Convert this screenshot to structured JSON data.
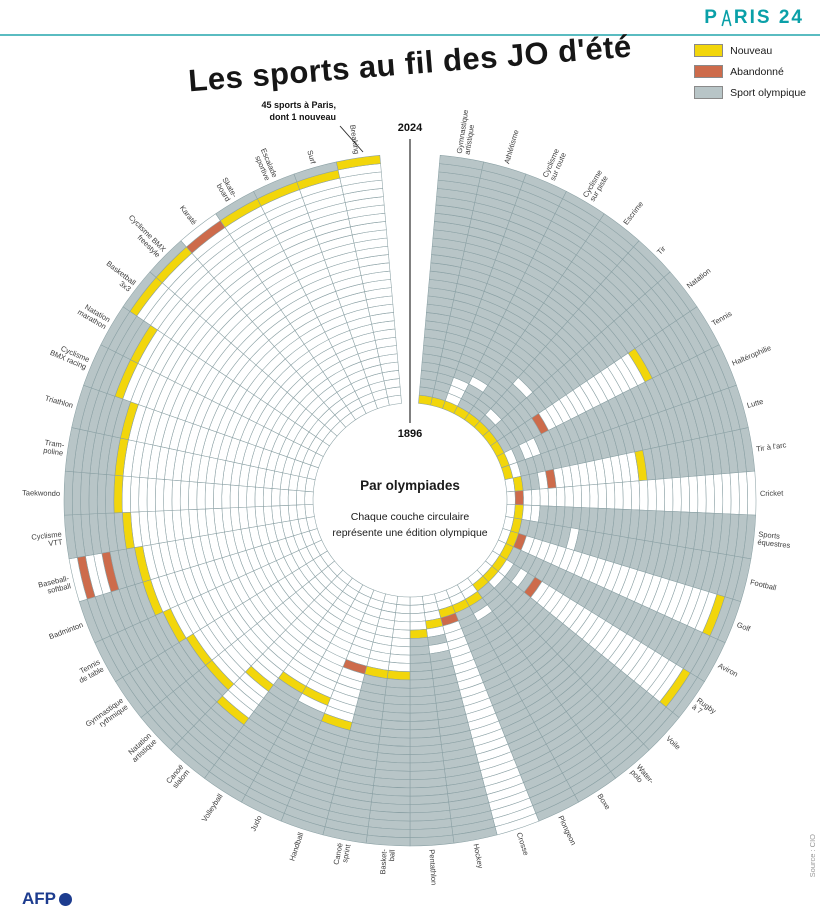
{
  "header": {
    "brand_pre": "P",
    "brand_post": "RIS 24",
    "title": "Les sports au fil des JO d'été"
  },
  "legend": [
    {
      "label": "Nouveau",
      "color_key": "new"
    },
    {
      "label": "Abandonné",
      "color_key": "abandoned"
    },
    {
      "label": "Sport olympique",
      "color_key": "olympic"
    }
  ],
  "annotation": {
    "line1": "45 sports à Paris,",
    "line2": "dont 1 nouveau"
  },
  "center": {
    "heading": "Par olympiades",
    "body": "Chaque couche circulaire représente une édition olympique"
  },
  "year_labels": {
    "outer": "2024",
    "inner": "1896"
  },
  "footer": {
    "afp": "AFP",
    "source": "Source : CIO"
  },
  "chart_data": {
    "type": "heatmap",
    "subtype": "radial-grid",
    "title": "Les sports au fil des JO d'été",
    "rings_note": "Chaque couche circulaire représente une édition olympique, de 1896 (centre) à 2024 (extérieur)",
    "colors": {
      "new": "#f2d60b",
      "abandoned": "#cd6b4b",
      "olympic": "#b8c5c7",
      "absent": "#ffffff",
      "stroke": "#8aa0a4",
      "accent": "#0aa0a8"
    },
    "status_codes": {
      "N": "new",
      "A": "abandoned",
      "O": "olympic",
      ".": "absent"
    },
    "editions": [
      1896,
      1900,
      1904,
      1908,
      1912,
      1920,
      1924,
      1928,
      1932,
      1936,
      1948,
      1952,
      1956,
      1960,
      1964,
      1968,
      1972,
      1976,
      1980,
      1984,
      1988,
      1992,
      1996,
      2000,
      2004,
      2008,
      2012,
      2016,
      2020,
      2024
    ],
    "sports": [
      {
        "label": "Gymnastique|artistique",
        "timeline": "NOOOOOOOOOOOOOOOOOOOOOOOOOOOOO"
      },
      {
        "label": "Athlétisme",
        "timeline": "NOOOOOOOOOOOOOOOOOOOOOOOOOOOOO"
      },
      {
        "label": "Cyclisme|sur route",
        "timeline": "N...OOOOOOOOOOOOOOOOOOOOOOOOOO"
      },
      {
        "label": "Cyclisme|sur piste",
        "timeline": "NOOO.OOOOOOOOOOOOOOOOOOOOOOOOO"
      },
      {
        "label": "Escrime",
        "timeline": "NOOOOOOOOOOOOOOOOOOOOOOOOOOOOO"
      },
      {
        "label": "Tir",
        "timeline": "NO.OOOO.OOOOOOOOOOOOOOOOOOOOOO"
      },
      {
        "label": "Natation",
        "timeline": "NOOOOOOOOOOOOOOOOOOOOOOOOOOOOO"
      },
      {
        "label": "Tennis",
        "timeline": "NOOOOOA.............NOOOOOOOOO"
      },
      {
        "label": "Haltérophilie",
        "timeline": "N.O..OOOOOOOOOOOOOOOOOOOOOOOOO"
      },
      {
        "label": "Lutte",
        "timeline": "N.OOOOOOOOOOOOOOOOOOOOOOOOOOOO"
      },
      {
        "label": "Tir à l'arc",
        "timeline": ".NOO.A..........NOOOOOOOOOOOOO"
      },
      {
        "label": "Cricket",
        "timeline": ".A............................"
      },
      {
        "label": "Sports|équestres",
        "timeline": ".N..OOOOOOOOOOOOOOOOOOOOOOOOOO"
      },
      {
        "label": "Football",
        "timeline": ".NOOOOOO.OOOOOOOOOOOOOOOOOOOOO"
      },
      {
        "label": "Golf",
        "timeline": ".NA........................NOO"
      },
      {
        "label": "Aviron",
        "timeline": ".NOOOOOOOOOOOOOOOOOOOOOOOOOOOO"
      },
      {
        "label": "Rugby|à 7",
        "timeline": ".N.O.OA....................NOO"
      },
      {
        "label": "Voile",
        "timeline": ".N.OOOOOOOOOOOOOOOOOOOOOOOOOOO"
      },
      {
        "label": "Water-|polo",
        "timeline": ".NOOOOOOOOOOOOOOOOOOOOOOOOOOOO"
      },
      {
        "label": "Boxe",
        "timeline": "..NO.OOOOOOOOOOOOOOOOOOOOOOOOO"
      },
      {
        "label": "Plongeon",
        "timeline": "..NOOOOOOOOOOOOOOOOOOOOOOOOOOO"
      },
      {
        "label": "Crosse",
        "timeline": "..NA.........................."
      },
      {
        "label": "Hockey",
        "timeline": "...N.O.OOOOOOOOOOOOOOOOOOOOOOO"
      },
      {
        "label": "Pentathlon",
        "timeline": "....NOOOOOOOOOOOOOOOOOOOOOOOOO"
      },
      {
        "label": "Basket-|ball",
        "timeline": ".........NOOOOOOOOOOOOOOOOOOOO"
      },
      {
        "label": "Canoë|sprint",
        "timeline": ".........NOOOOOOOOOOOOOOOOOOOO"
      },
      {
        "label": "Handball",
        "timeline": ".........A......NOOOOOOOOOOOOO"
      },
      {
        "label": "Judo",
        "timeline": "..............N.OOOOOOOOOOOOOO"
      },
      {
        "label": "Volleyball",
        "timeline": "..............NOOOOOOOOOOOOOOO"
      },
      {
        "label": "Canoë|slalom",
        "timeline": "................N....NOOOOOOOO"
      },
      {
        "label": "Natation|artistique",
        "timeline": "...................NOOOOOOOOOO"
      },
      {
        "label": "Gymnastique|rythmique",
        "timeline": "...................NOOOOOOOOOO"
      },
      {
        "label": "Tennis|de table",
        "timeline": "....................NOOOOOOOOO"
      },
      {
        "label": "Badminton",
        "timeline": ".....................NOOOOOOOO"
      },
      {
        "label": "Baseball-|softball",
        "timeline": ".....................NOOOA..A."
      },
      {
        "label": "Cyclisme|VTT",
        "timeline": "......................NOOOOOOO"
      },
      {
        "label": "Taekwondo",
        "timeline": ".......................NOOOOOO"
      },
      {
        "label": "Tram-|poline",
        "timeline": ".......................NOOOOOO"
      },
      {
        "label": "Triathlon",
        "timeline": ".......................NOOOOOO"
      },
      {
        "label": "Cyclisme|BMX racing",
        "timeline": ".........................NOOOO"
      },
      {
        "label": "Natation|marathon",
        "timeline": ".........................NOOOO"
      },
      {
        "label": "Basketball|3x3",
        "timeline": "............................NO"
      },
      {
        "label": "Cyclisme BMX|freestyle",
        "timeline": "............................NO"
      },
      {
        "label": "Karaté",
        "timeline": "............................A."
      },
      {
        "label": "Skate-|board",
        "timeline": "............................NO"
      },
      {
        "label": "Escalade|sportive",
        "timeline": "............................NO"
      },
      {
        "label": "Surf",
        "timeline": "............................NO"
      },
      {
        "label": "Breaking",
        "timeline": ".............................N"
      }
    ]
  }
}
